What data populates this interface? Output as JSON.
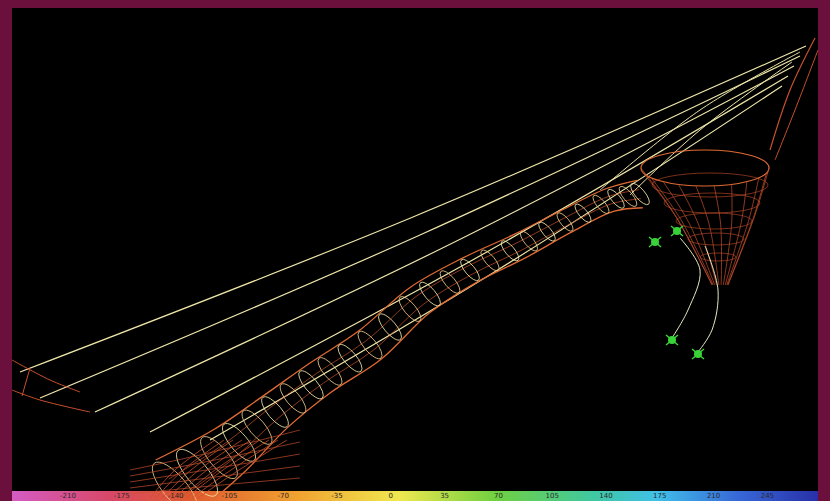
{
  "diagram": {
    "labels": [
      "-210",
      "-175",
      "-140",
      "-105",
      "-70",
      "-35",
      "0",
      "35",
      "70",
      "105",
      "140",
      "175",
      "210",
      "245"
    ]
  }
}
